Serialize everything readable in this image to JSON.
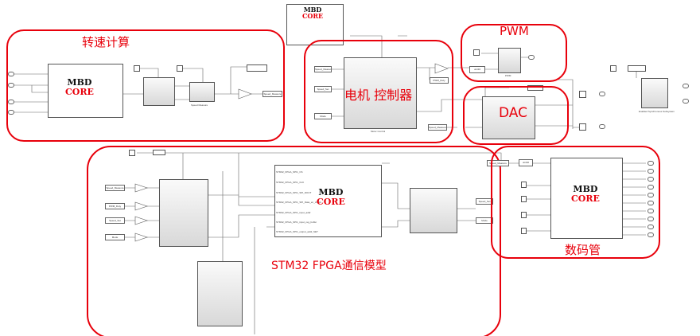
{
  "annotations": {
    "speed_calc": "转速计算",
    "motor_controller": "电机  控制器",
    "pwm": "PWM",
    "dac": "DAC",
    "stm32_fpga": "STM32 FPGA通信模型",
    "seven_segment": "数码管"
  },
  "logo": {
    "line1": "MBD",
    "line2": "CORE"
  },
  "blocks": {
    "motor_control": "Motor Control",
    "speed_measure": "Speed Measure",
    "enabled_subsystem": "Enabled Synchronous Subsystem",
    "pwm_block": "PWM",
    "uint16": "uint16",
    "uint32": "uint32"
  },
  "tags": {
    "speed_measure": "Speed_Measure",
    "speed_set": "Speed_Set",
    "mode": "Mode",
    "pwm_duty": "PWM_Duty"
  },
  "spi_ports": [
    "STM32_FPGA_SPI1_CS",
    "STM32_FPGA_SPI1_CLK",
    "STM32_FPGA_SPI1_SPI_DOUT",
    "STM32_FPGA_SPI1_SPI_Data_en_check",
    "STM32_FPGA_SPI1_input_addr",
    "STM32_FPGA_SPI1_input_reg_buffer",
    "STM32_FPGA_SPI1_output_addr_SET"
  ],
  "colors": {
    "annotation": "#e8000b"
  }
}
